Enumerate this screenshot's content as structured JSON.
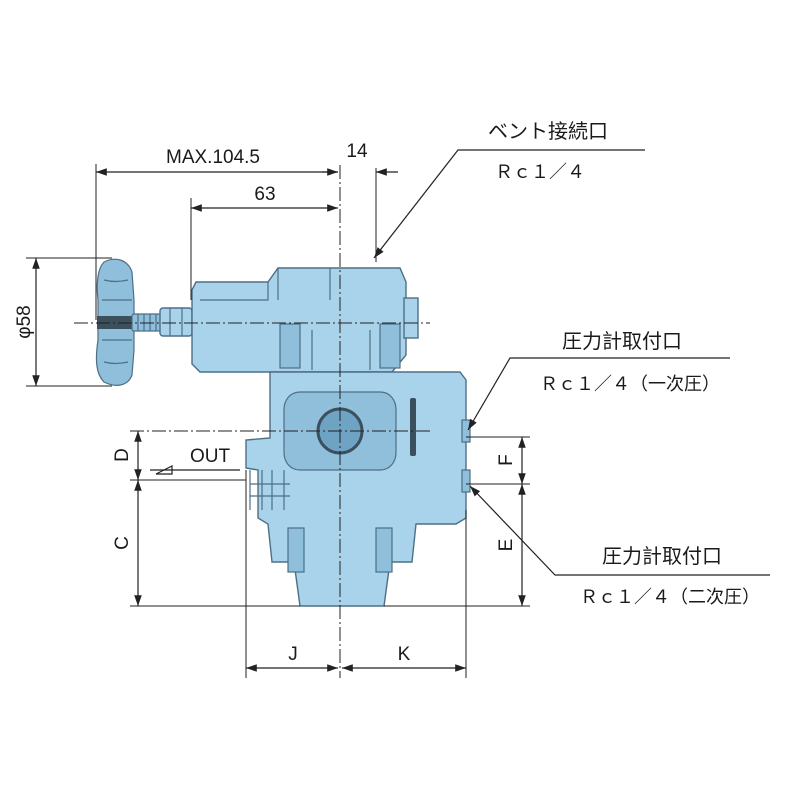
{
  "dimensions": {
    "max_length": "MAX.104.5",
    "offset_14": "14",
    "offset_63": "63",
    "handle_dia": "φ58",
    "dim_d": "D",
    "dim_c": "C",
    "dim_f": "F",
    "dim_e": "E",
    "dim_j": "J",
    "dim_k": "K"
  },
  "labels": {
    "out": "OUT"
  },
  "callouts": {
    "vent": {
      "title": "ベント接続口",
      "spec": "Ｒｃ１／４"
    },
    "gauge_primary": {
      "title": "圧力計取付口",
      "spec": "Ｒｃ１／４（一次圧）"
    },
    "gauge_secondary": {
      "title": "圧力計取付口",
      "spec": "Ｒｃ１／４（二次圧）"
    }
  },
  "colors": {
    "body": "#a9d3ea",
    "outline": "#4d6f86",
    "dimension_line": "#222222"
  }
}
